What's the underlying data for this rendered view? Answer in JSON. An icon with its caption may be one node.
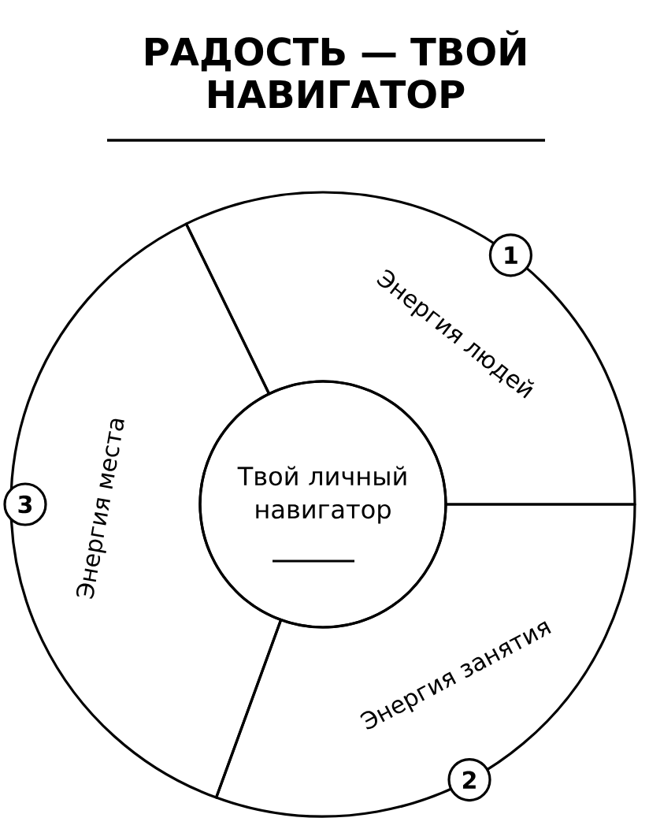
{
  "diagram": {
    "title": "РАДОСТЬ — ТВОЙ НАВИГАТОР",
    "nodes": [
      {
        "text": [
          "Твой личный навигатор"
        ]
      },
      {
        "text": [
          "Энергия людей"
        ]
      },
      {
        "text": [
          "Энергия занятия"
        ]
      },
      {
        "text": [
          "Энергия места"
        ]
      }
    ],
    "labels": [
      "1",
      "2",
      "3"
    ]
  }
}
